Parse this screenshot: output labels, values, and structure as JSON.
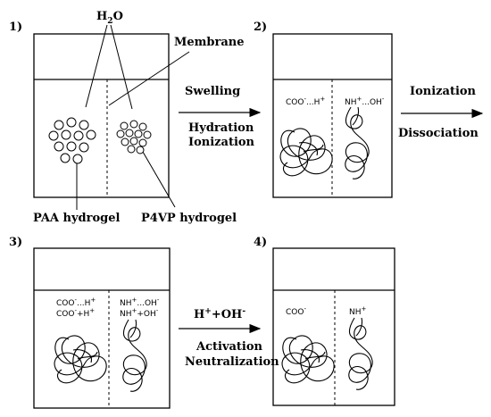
{
  "figure": {
    "panel_labels": [
      "1)",
      "2)",
      "3)",
      "4)"
    ],
    "water": {
      "base": "H",
      "sub": "2",
      "tail": "O"
    },
    "labels": {
      "membrane": "Membrane",
      "paa": "PAA hydrogel",
      "p4vp": "P4VP hydrogel"
    },
    "arrows": {
      "swelling": "Swelling",
      "hydration": "Hydration",
      "ionization_a": "Ionization",
      "ionization_b": "Ionization",
      "dissociation": "Dissociation",
      "ions": {
        "h": "H",
        "hsup": "+",
        "plus": "+OH",
        "ohsup": "-"
      },
      "activation": "Activation",
      "neutralization": "Neutralization"
    },
    "chem": {
      "p2_left": {
        "a": "COO",
        "asup": "-",
        "b": "...H",
        "bsup": "+"
      },
      "p2_right": {
        "a": "NH",
        "asup": "+",
        "b": "...OH",
        "bsup": "-"
      },
      "p3_left1": {
        "a": "COO",
        "asup": "-",
        "b": "...H",
        "bsup": "+"
      },
      "p3_left2": {
        "a": "COO",
        "asup": "-",
        "b": "+H",
        "bsup": "+"
      },
      "p3_right1": {
        "a": "NH",
        "asup": "+",
        "b": "...OH",
        "bsup": "-"
      },
      "p3_right2": {
        "a": "NH",
        "asup": "+",
        "b": "+OH",
        "bsup": "-"
      },
      "p4_left": {
        "a": "COO",
        "asup": "-"
      },
      "p4_right": {
        "a": "NH",
        "asup": "+"
      }
    }
  }
}
